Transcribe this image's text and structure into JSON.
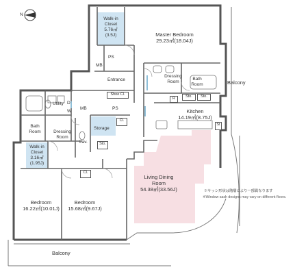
{
  "compass": {
    "label": "N"
  },
  "rooms": {
    "walk_in_closet_1": {
      "name_1": "Walk-in",
      "name_2": "Closet",
      "area_sqm": "5.76㎡",
      "area_jo": "(3.5J)"
    },
    "master_bedroom": {
      "name": "Master Bedroom",
      "area": "29.23㎡(18.04J)"
    },
    "mb_1": "MB",
    "ps_1": "PS",
    "entrance": "Entrance",
    "dressing_room_1": {
      "line_1": "Dressing",
      "line_2": "Room"
    },
    "bath_room_1": {
      "line_1": "Bath",
      "line_2": "Room"
    },
    "balcony_east": "Balcony",
    "kitchen": {
      "name": "Kitchen",
      "area": "14.19㎡(8.75J)"
    },
    "utility": "Utility",
    "d_label": "D",
    "w_label": "W",
    "mb_2": "MB",
    "ps_2": "PS",
    "bath_room_2": {
      "line_1": "Bath",
      "line_2": "Room"
    },
    "dressing_room_2": {
      "line_1": "Dressing",
      "line_2": "Room"
    },
    "lav": "Lav.",
    "storage": "Storage",
    "walk_in_closet_2": {
      "name_1": "Walk-in",
      "name_2": "Closet",
      "area_sqm": "3.16㎡",
      "area_jo": "(1.95J)"
    },
    "living_dining": {
      "line_1": "Living Dining",
      "line_2": "Room",
      "area": "54.38㎡(33.56J)"
    },
    "bedroom_1": {
      "name": "Bedroom",
      "area": "16.22㎡(10.01J)"
    },
    "bedroom_2": {
      "name": "Bedroom",
      "area": "15.68㎡(9.67J)"
    },
    "balcony_south": "Balcony"
  },
  "fixtures": {
    "sto": "Sto.",
    "shoe_cl": "Shoe Cl.",
    "cl": "Cl.",
    "r": "R",
    "st": "St"
  },
  "notes": {
    "jp": "※サッシ形状は階層により一部異なります",
    "en": "※Window sash designs may vary on different floors."
  },
  "colors": {
    "wall": "#555555",
    "closet_fill": "#cfe4f2",
    "ldk_fill": "#f7dfe3",
    "glass": "#8fbfd8"
  }
}
